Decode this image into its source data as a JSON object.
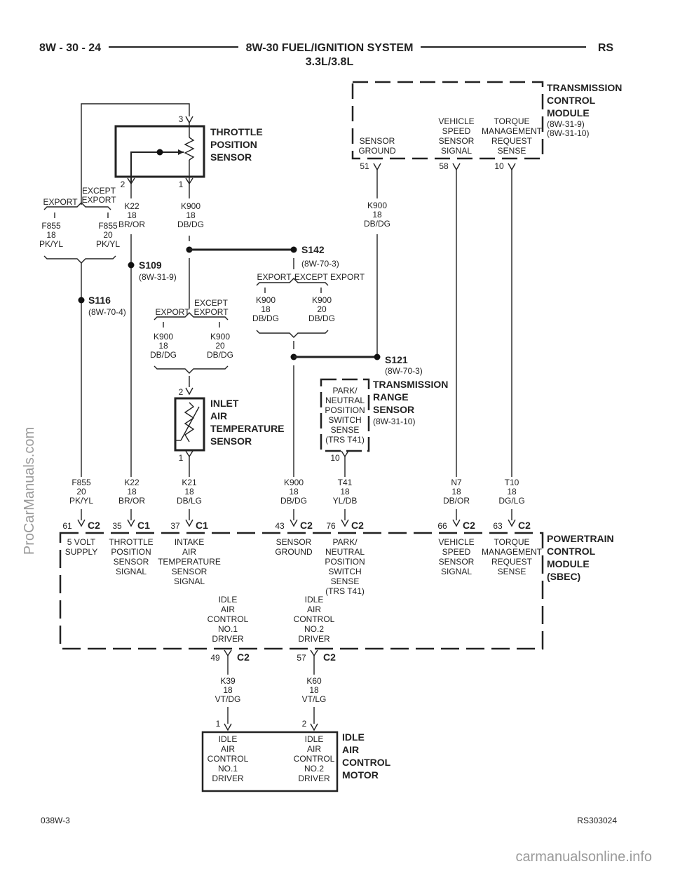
{
  "header": {
    "page": "8W - 30 - 24",
    "title": "8W-30 FUEL/IGNITION SYSTEM",
    "subtitle": "3.3L/3.8L",
    "code": "RS"
  },
  "footer": {
    "left": "038W-3",
    "right": "RS303024"
  },
  "watermarks": {
    "left": "ProCarManuals.com",
    "bottom": "carmanualsonline.info"
  },
  "components": {
    "tcm": {
      "name": [
        "TRANSMISSION",
        "CONTROL",
        "MODULE"
      ],
      "refs": [
        "(8W-31-9)",
        "(8W-31-10)"
      ]
    },
    "tps": {
      "name": [
        "THROTTLE",
        "POSITION",
        "SENSOR"
      ]
    },
    "iat": {
      "name": [
        "INLET",
        "AIR",
        "TEMPERATURE",
        "SENSOR"
      ]
    },
    "trs": {
      "name": [
        "TRANSMISSION",
        "RANGE",
        "SENSOR"
      ],
      "ref": "(8W-31-10)"
    },
    "pcm": {
      "name": [
        "POWERTRAIN",
        "CONTROL",
        "MODULE",
        "(SBEC)"
      ]
    },
    "iac": {
      "name": [
        "IDLE",
        "AIR",
        "CONTROL",
        "MOTOR"
      ]
    }
  },
  "splices": {
    "s109": {
      "name": "S109",
      "ref": "(8W-31-9)"
    },
    "s116": {
      "name": "S116",
      "ref": "(8W-70-4)"
    },
    "s142": {
      "name": "S142",
      "ref": "(8W-70-3)"
    },
    "s121": {
      "name": "S121",
      "ref": "(8W-70-3)"
    }
  },
  "labels": {
    "export": "EXPORT",
    "except_export_2": [
      "EXCEPT",
      "EXPORT"
    ],
    "except_export_1": "EXCEPT EXPORT"
  },
  "tcm_pins": [
    {
      "name": [
        "SENSOR",
        "GROUND"
      ],
      "pin": "51"
    },
    {
      "name": [
        "VEHICLE",
        "SPEED",
        "SENSOR",
        "SIGNAL"
      ],
      "pin": "58"
    },
    {
      "name": [
        "TORQUE",
        "MANAGEMENT",
        "REQUEST",
        "SENSE"
      ],
      "pin": "10"
    }
  ],
  "tps_pins": [
    "3",
    "2",
    "1"
  ],
  "iat_pins": [
    "2",
    "1"
  ],
  "trs_pin": {
    "pin": "10",
    "name": [
      "PARK/",
      "NEUTRAL",
      "POSITION",
      "SWITCH",
      "SENSE",
      "(TRS T41)"
    ]
  },
  "wires": {
    "f855_18": [
      "F855",
      "18",
      "PK/YL"
    ],
    "f855_20_a": [
      "F855",
      "20",
      "PK/YL"
    ],
    "k22_a": [
      "K22",
      "18",
      "BR/OR"
    ],
    "k900_a": [
      "K900",
      "18",
      "DB/DG"
    ],
    "k900_tcm": [
      "K900",
      "18",
      "DB/DG"
    ],
    "k900_s142_exp": [
      "K900",
      "18",
      "DB/DG"
    ],
    "k900_s142_ex": [
      "K900",
      "20",
      "DB/DG"
    ],
    "k900_iat_exp": [
      "K900",
      "18",
      "DB/DG"
    ],
    "k900_iat_ex": [
      "K900",
      "20",
      "DB/DG"
    ],
    "f855_20_b": [
      "F855",
      "20",
      "PK/YL"
    ],
    "k22_b": [
      "K22",
      "18",
      "BR/OR"
    ],
    "k21": [
      "K21",
      "18",
      "DB/LG"
    ],
    "k900_b": [
      "K900",
      "18",
      "DB/DG"
    ],
    "t41": [
      "T41",
      "18",
      "YL/DB"
    ],
    "n7": [
      "N7",
      "18",
      "DB/OR"
    ],
    "t10": [
      "T10",
      "18",
      "DG/LG"
    ],
    "k39": [
      "K39",
      "18",
      "VT/DG"
    ],
    "k60": [
      "K60",
      "18",
      "VT/LG"
    ]
  },
  "pcm_pins": [
    {
      "pin": "61",
      "conn": "C2",
      "name": [
        "5 VOLT",
        "SUPPLY"
      ]
    },
    {
      "pin": "35",
      "conn": "C1",
      "name": [
        "THROTTLE",
        "POSITION",
        "SENSOR",
        "SIGNAL"
      ]
    },
    {
      "pin": "37",
      "conn": "C1",
      "name": [
        "INTAKE",
        "AIR",
        "TEMPERATURE",
        "SENSOR",
        "SIGNAL"
      ]
    },
    {
      "pin": "43",
      "conn": "C2",
      "name": [
        "SENSOR",
        "GROUND"
      ]
    },
    {
      "pin": "76",
      "conn": "C2",
      "name": [
        "PARK/",
        "NEUTRAL",
        "POSITION",
        "SWITCH",
        "SENSE",
        "(TRS T41)"
      ]
    },
    {
      "pin": "66",
      "conn": "C2",
      "name": [
        "VEHICLE",
        "SPEED",
        "SENSOR",
        "SIGNAL"
      ]
    },
    {
      "pin": "63",
      "conn": "C2",
      "name": [
        "TORQUE",
        "MANAGEMENT",
        "REQUEST",
        "SENSE"
      ]
    }
  ],
  "pcm_bottom_pins": [
    {
      "pin": "49",
      "conn": "C2",
      "name": [
        "IDLE",
        "AIR",
        "CONTROL",
        "NO.1",
        "DRIVER"
      ]
    },
    {
      "pin": "57",
      "conn": "C2",
      "name": [
        "IDLE",
        "AIR",
        "CONTROL",
        "NO.2",
        "DRIVER"
      ]
    }
  ],
  "iac_pins": [
    {
      "pin": "1",
      "name": [
        "IDLE",
        "AIR",
        "CONTROL",
        "NO.1",
        "DRIVER"
      ]
    },
    {
      "pin": "2",
      "name": [
        "IDLE",
        "AIR",
        "CONTROL",
        "NO.2",
        "DRIVER"
      ]
    }
  ]
}
